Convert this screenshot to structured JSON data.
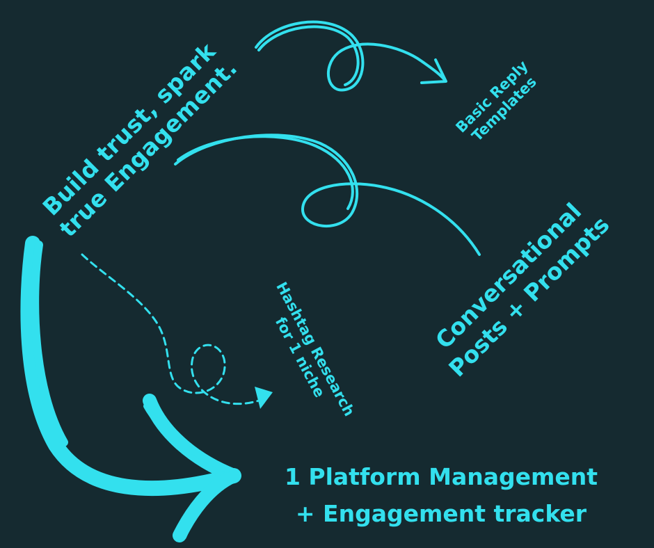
{
  "colors": {
    "background": "#152a30",
    "accent": "#33e0ee"
  },
  "title": {
    "line1": "Build trust, spark",
    "line2": "true Engagement."
  },
  "nodes": {
    "reply_templates": {
      "line1": "Basic Reply",
      "line2": "Templates"
    },
    "conversational": {
      "line1": "Conversational",
      "line2": "Posts + Prompts"
    },
    "hashtag": {
      "line1": "Hashtag Research",
      "line2": "for 1 niche"
    },
    "platform": {
      "line1": "1 Platform Management",
      "line2": "+ Engagement tracker"
    }
  }
}
